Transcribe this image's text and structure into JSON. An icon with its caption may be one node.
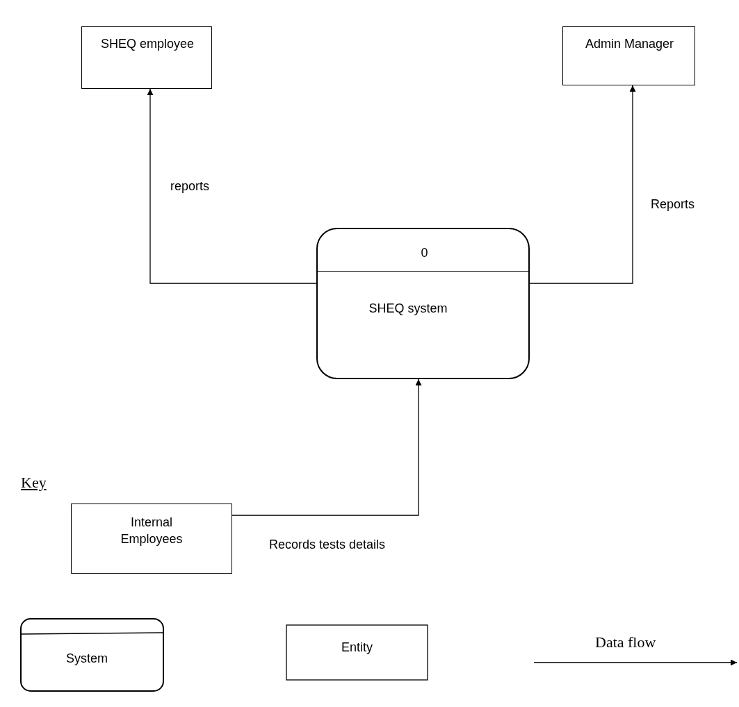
{
  "diagram": {
    "nodes": [
      {
        "text": [
          "SHEQ employee"
        ]
      },
      {
        "text": [
          "Admin Manager"
        ]
      },
      {
        "text": [
          "0",
          "SHEQ system"
        ]
      },
      {
        "text": [
          "Internal Employees"
        ]
      }
    ],
    "edges": [
      {
        "from": 2,
        "to": 0,
        "arrow": "to",
        "label": "reports"
      },
      {
        "from": 2,
        "to": 1,
        "arrow": "to",
        "label": "Reports"
      },
      {
        "from": 3,
        "to": 2,
        "arrow": "to",
        "label": "Records tests details"
      }
    ],
    "labels": [
      "Key"
    ],
    "legend": [
      {
        "text": "System"
      },
      {
        "text": "Entity"
      },
      {
        "text": "Data flow"
      }
    ]
  }
}
